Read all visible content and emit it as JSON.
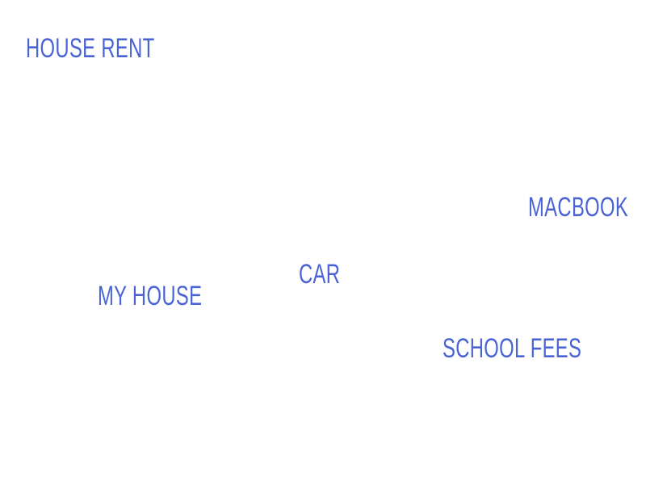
{
  "theme": {
    "background": "#ffffff",
    "text_color": "#4a63d4"
  },
  "labels": {
    "house_rent": "HOUSE RENT",
    "macbook": "MACBOOK",
    "car": "CAR",
    "my_house": "MY HOUSE",
    "school_fees": "SCHOOL FEES"
  }
}
